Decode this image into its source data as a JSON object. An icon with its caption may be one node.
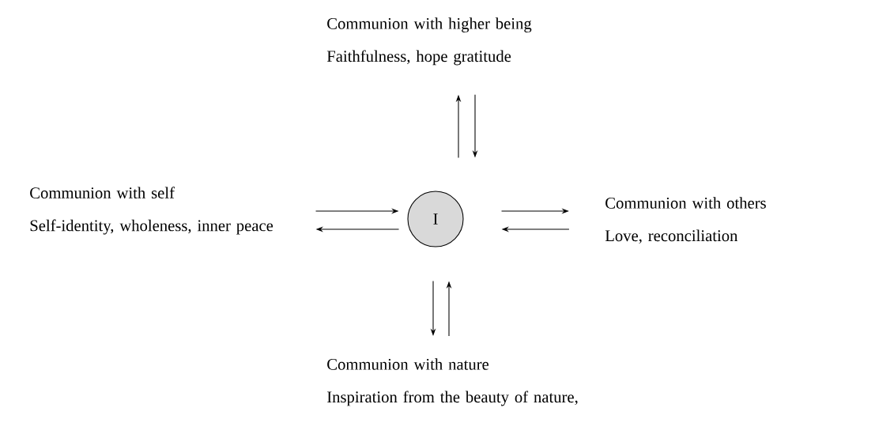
{
  "diagram": {
    "nodes": [
      {
        "text": [
          "I"
        ]
      },
      {
        "text": [
          "Communion with higher being",
          "Faithfulness, hope gratitude"
        ]
      },
      {
        "text": [
          "Communion with self",
          "Self-identity, wholeness, inner peace"
        ]
      },
      {
        "text": [
          "Communion with others",
          "Love, reconciliation"
        ]
      },
      {
        "text": [
          "Communion with nature",
          "Inspiration from the beauty of nature,"
        ]
      }
    ],
    "edges": [
      {
        "from": 0,
        "to": 1,
        "arrow": "to"
      },
      {
        "from": 1,
        "to": 0,
        "arrow": "to"
      },
      {
        "from": 2,
        "to": 0,
        "arrow": "to"
      },
      {
        "from": 0,
        "to": 2,
        "arrow": "to"
      },
      {
        "from": 0,
        "to": 3,
        "arrow": "to"
      },
      {
        "from": 3,
        "to": 0,
        "arrow": "to"
      },
      {
        "from": 0,
        "to": 4,
        "arrow": "to"
      },
      {
        "from": 4,
        "to": 0,
        "arrow": "to"
      }
    ]
  }
}
